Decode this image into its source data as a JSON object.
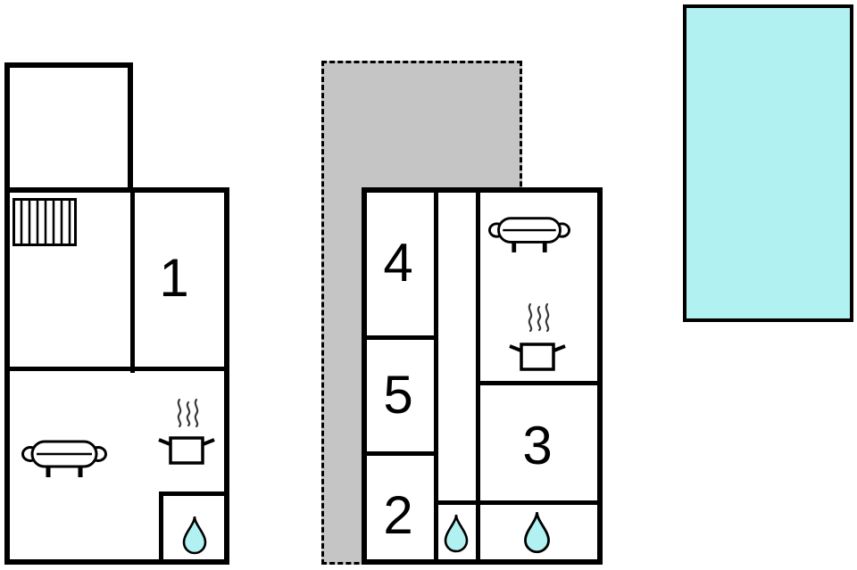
{
  "colors": {
    "wall": "#000000",
    "terrace": "#c5c5c5",
    "water": "#b2f1f1",
    "floor": "#ffffff"
  },
  "left_building": {
    "rooms": {
      "room1": "1"
    },
    "icons": [
      "stairs-icon",
      "sofa-icon",
      "stove-steam-icon",
      "water-drop-icon"
    ]
  },
  "middle_building": {
    "rooms": {
      "room4": "4",
      "room5": "5",
      "room2": "2",
      "room3": "3"
    },
    "icons": [
      "sofa-icon",
      "stove-steam-icon",
      "water-drop-icon",
      "water-drop-icon"
    ]
  },
  "outdoor": {
    "icons": [
      "terrace-area",
      "swimming-pool"
    ]
  }
}
